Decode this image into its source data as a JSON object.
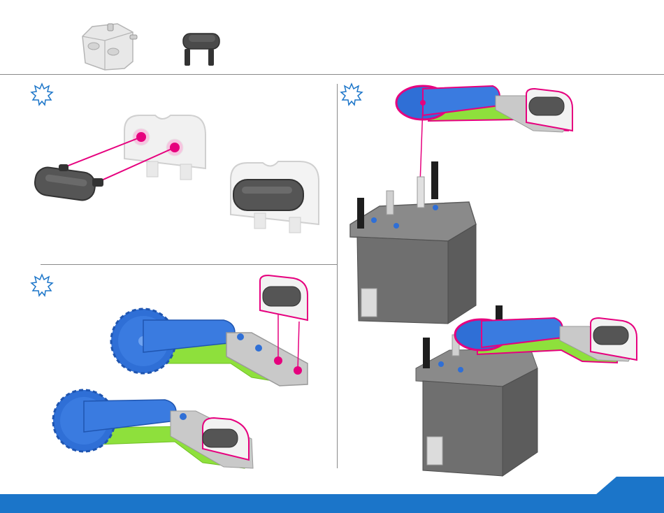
{
  "page": {
    "background": "#ffffff",
    "divider_color": "#8a8a8a"
  },
  "colors": {
    "connector_pink": "#e6007e",
    "gear_blue": "#2f6fd6",
    "beam_green": "#8ee03c",
    "part_gray": "#c9c9c9",
    "dark_gray": "#4a4a4a",
    "servo_gray": "#6f6f6f",
    "footer_blue": "#1b75c9",
    "step_icon_blue": "#1b75c9"
  },
  "parts_list": {
    "items": [
      {
        "name": "sensor-housing-part",
        "icon": "sensor-housing-icon"
      },
      {
        "name": "black-connector-part",
        "icon": "black-connector-icon"
      }
    ]
  },
  "steps": [
    {
      "icon": "burst-step-icon",
      "panel": "attach-connector"
    },
    {
      "icon": "burst-step-icon",
      "panel": "attach-to-beam"
    },
    {
      "icon": "burst-step-icon",
      "panel": "mount-on-servo"
    }
  ]
}
